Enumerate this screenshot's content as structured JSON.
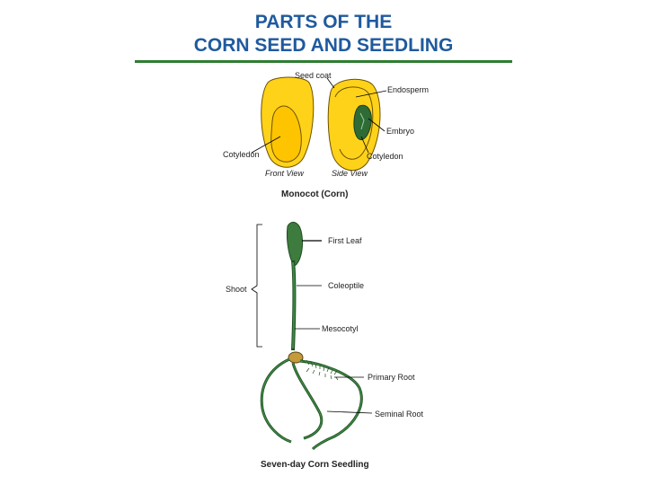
{
  "title": {
    "line1": "PARTS OF THE",
    "line2": "CORN SEED AND SEEDLING"
  },
  "seed_diagram": {
    "labels": {
      "seed_coat": "Seed coat",
      "endosperm": "Endosperm",
      "embryo": "Embryo",
      "cotyledon_left": "Cotyledon",
      "cotyledon_right": "Cotyledon"
    },
    "views": {
      "front": "Front View",
      "side": "Side View"
    },
    "caption": "Monocot (Corn)"
  },
  "seedling_diagram": {
    "labels": {
      "shoot": "Shoot",
      "first_leaf": "First Leaf",
      "coleoptile": "Coleoptile",
      "mesocotyl": "Mesocotyl",
      "primary_root": "Primary Root",
      "seminal_root": "Seminal Root"
    },
    "caption": "Seven-day Corn Seedling"
  },
  "colors": {
    "title": "#1f5a9e",
    "rule": "#2f7d32",
    "seed_yellow": "#ffd21a",
    "seed_outline": "#8a6a00",
    "embryo_green": "#2e6b35",
    "stem_green": "#2f7d3c",
    "seed_brown": "#c49a3a"
  }
}
